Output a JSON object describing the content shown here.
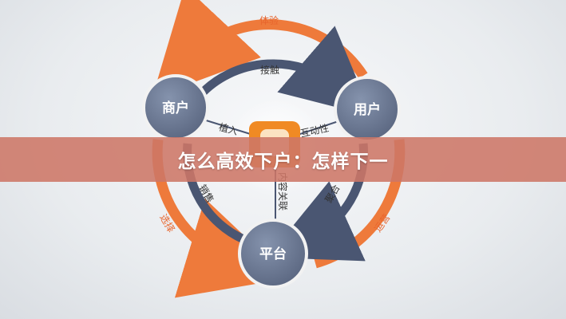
{
  "banner": {
    "title": "怎么高效下户：怎样下一"
  },
  "diagram": {
    "nodes": {
      "merchant": "商户",
      "user": "用户",
      "platform": "平台"
    },
    "outer_labels": {
      "experience": "体验",
      "operation": "运营",
      "selection": "选择"
    },
    "inner_labels": {
      "contact": "接触",
      "implant": "植入",
      "interactivity": "互动性",
      "sales": "销售",
      "aggregation": "聚合",
      "content_link": "内容关联"
    },
    "colors": {
      "orange_ring": "#ee7a3b",
      "navy_ring": "#4a5672",
      "node_fill": "#6b7892",
      "center_logo": "#f08a24"
    }
  }
}
